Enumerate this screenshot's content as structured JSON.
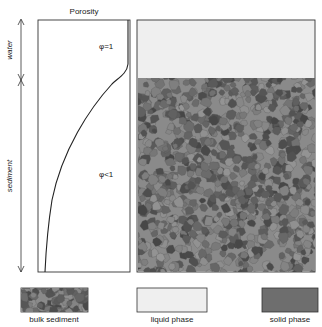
{
  "diagram": {
    "labels": [
      "Porosity",
      "water",
      "sediment",
      "φ=1",
      "φ<1"
    ],
    "legend": [
      {
        "text": "bulk sediment"
      },
      {
        "text": "liquid phase",
        "color": "#efefef"
      },
      {
        "text": "solid phase",
        "color": "#6e6e6e"
      }
    ]
  }
}
